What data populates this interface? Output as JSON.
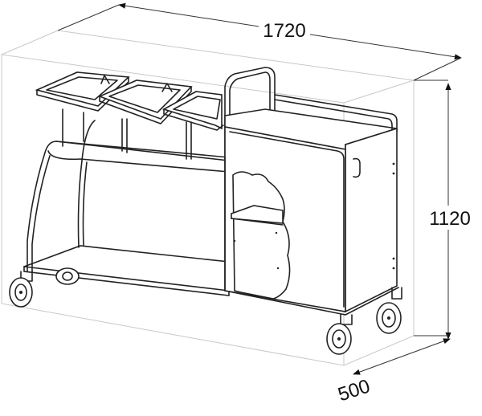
{
  "dimensions": {
    "width": "1720",
    "height": "1120",
    "depth": "500"
  },
  "icons": {
    "arrow": "arrowhead-icon",
    "caster": "caster-wheel-icon"
  },
  "colors": {
    "line": "#222222",
    "bounding_box": "#c8c8c8",
    "background": "#ffffff"
  }
}
